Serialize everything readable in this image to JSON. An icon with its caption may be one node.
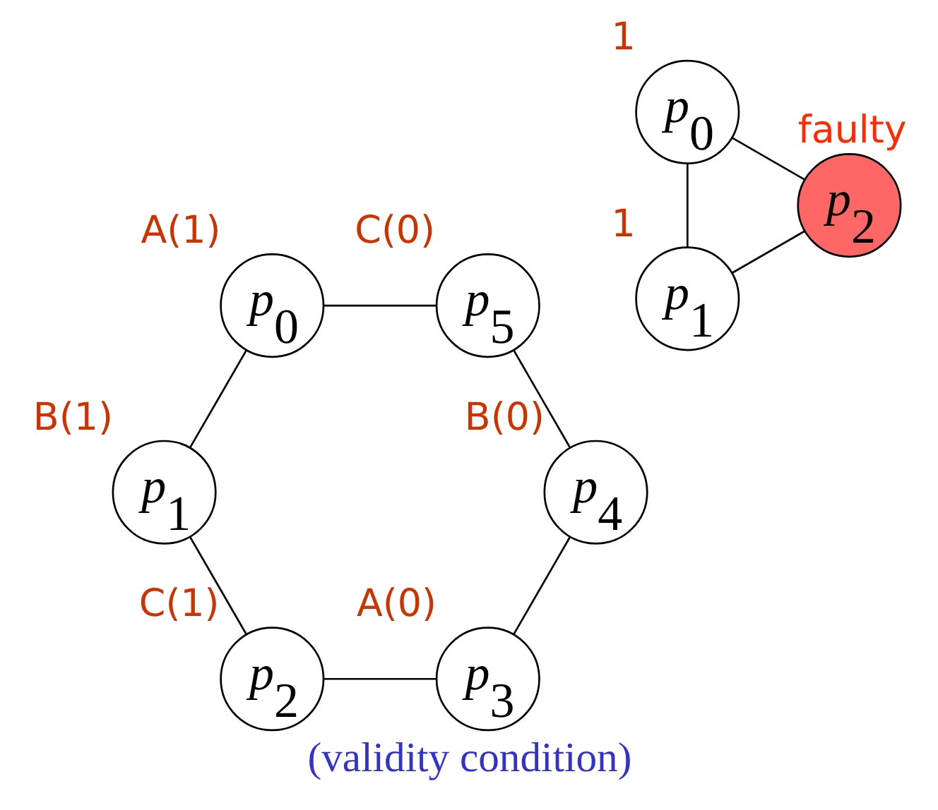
{
  "diagram": {
    "caption": "(validity condition)",
    "nodes": [
      {
        "text": [
          "p$_{3}$"
        ],
        "beside": [
          "A(0)"
        ]
      },
      {
        "text": [
          "p$_{2}$"
        ],
        "beside": [
          "C(1)"
        ]
      },
      {
        "text": [
          "p$_{4}$"
        ],
        "beside": [
          "B(0)"
        ]
      },
      {
        "text": [
          "p$_{1}$"
        ],
        "beside": [
          "B(1)"
        ]
      },
      {
        "text": [
          "p$_{5}$"
        ],
        "beside": [
          "C(0)"
        ]
      },
      {
        "text": [
          "p$_{0}$"
        ],
        "beside": [
          "A(1)"
        ]
      },
      {
        "text": [
          "p$_{1}$"
        ],
        "beside": [
          "1"
        ]
      },
      {
        "text": [
          "p$_{0}$"
        ],
        "beside": [
          "1"
        ]
      },
      {
        "text": [
          "p$_{2}$"
        ],
        "beside": [
          "faulty"
        ]
      }
    ],
    "edges": [
      {
        "from": 0,
        "to": 1,
        "arrow": "none"
      },
      {
        "from": 1,
        "to": 3,
        "arrow": "none"
      },
      {
        "from": 3,
        "to": 5,
        "arrow": "none"
      },
      {
        "from": 5,
        "to": 4,
        "arrow": "none"
      },
      {
        "from": 4,
        "to": 2,
        "arrow": "none"
      },
      {
        "from": 2,
        "to": 0,
        "arrow": "none"
      },
      {
        "from": 6,
        "to": 7,
        "arrow": "none"
      },
      {
        "from": 6,
        "to": 8,
        "arrow": "none"
      },
      {
        "from": 7,
        "to": 8,
        "arrow": "none"
      }
    ]
  }
}
